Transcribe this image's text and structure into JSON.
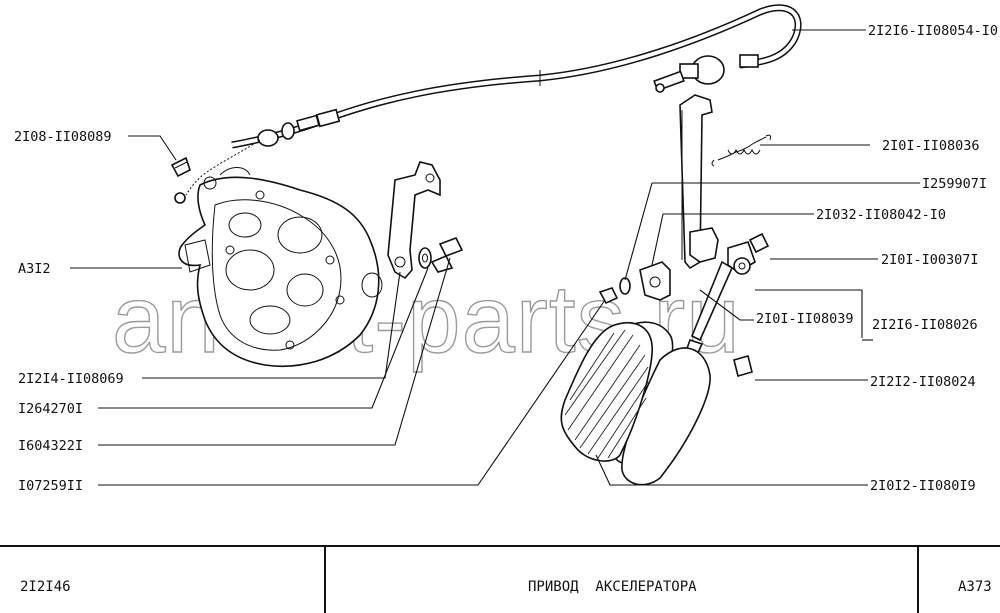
{
  "watermark": "ansait-parts.ru",
  "callouts": [
    {
      "id": "21216-08054",
      "label": "2I2I6-II08054-I0"
    },
    {
      "id": "2108-108089",
      "label": "2I08-II08089"
    },
    {
      "id": "2101-108036",
      "label": "2I0I-II08036"
    },
    {
      "id": "1259907",
      "label": "I259907I"
    },
    {
      "id": "21032-108042",
      "label": "2I032-II08042-I0"
    },
    {
      "id": "2101-100301",
      "label": "2I0I-I00307I"
    },
    {
      "id": "a312",
      "label": "A3I2"
    },
    {
      "id": "2101-108039",
      "label": "2I0I-II08039"
    },
    {
      "id": "21216-108026",
      "label": "2I2I6-II08026"
    },
    {
      "id": "21214-108069",
      "label": "2I2I4-II08069"
    },
    {
      "id": "21212-108024",
      "label": "2I2I2-II08024"
    },
    {
      "id": "1264270",
      "label": "I264270I"
    },
    {
      "id": "1604322",
      "label": "I604322I"
    },
    {
      "id": "1072591",
      "label": "I07259II"
    },
    {
      "id": "21012-108019",
      "label": "2I0I2-II080I9"
    }
  ],
  "title_block": {
    "model": "2I2I46",
    "title": "ПРИВОД  АКСЕЛЕРАТОРА",
    "sheet": "A373"
  }
}
